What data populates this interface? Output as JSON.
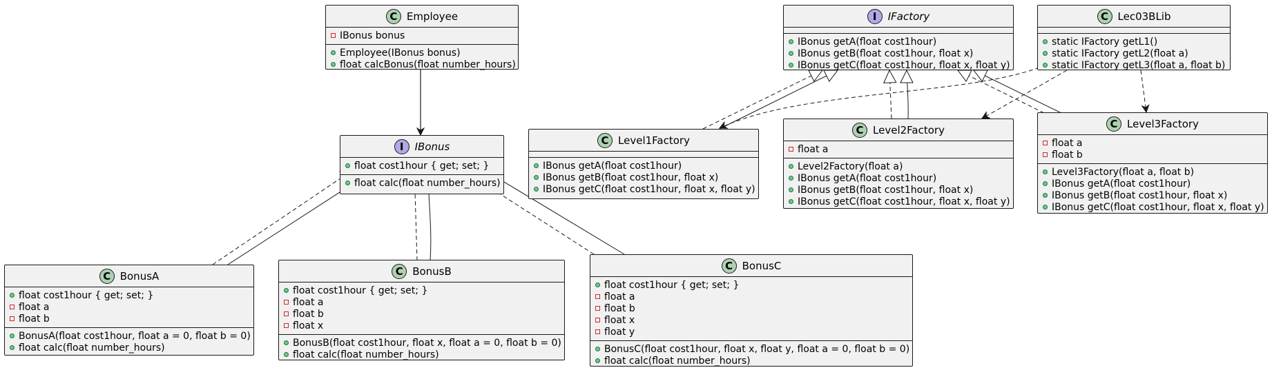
{
  "classes": {
    "employee": {
      "kind": "C",
      "name": "Employee",
      "fields": [
        {
          "vis": "private",
          "text": "IBonus bonus"
        }
      ],
      "methods": [
        {
          "vis": "public",
          "text": "Employee(IBonus bonus)"
        },
        {
          "vis": "public",
          "text": "float calcBonus(float number_hours)"
        }
      ]
    },
    "ibonus": {
      "kind": "I",
      "name": "IBonus",
      "fields": [
        {
          "vis": "public",
          "text": "float cost1hour { get; set; }"
        }
      ],
      "methods": [
        {
          "vis": "public",
          "text": "float calc(float number_hours)"
        }
      ]
    },
    "bonusA": {
      "kind": "C",
      "name": "BonusA",
      "fields": [
        {
          "vis": "public",
          "text": "float cost1hour { get; set; }"
        },
        {
          "vis": "private",
          "text": "float a"
        },
        {
          "vis": "private",
          "text": "float b"
        }
      ],
      "methods": [
        {
          "vis": "public",
          "text": "BonusA(float cost1hour, float a = 0, float b = 0)"
        },
        {
          "vis": "public",
          "text": "float calc(float number_hours)"
        }
      ]
    },
    "bonusB": {
      "kind": "C",
      "name": "BonusB",
      "fields": [
        {
          "vis": "public",
          "text": "float cost1hour { get; set; }"
        },
        {
          "vis": "private",
          "text": "float a"
        },
        {
          "vis": "private",
          "text": "float b"
        },
        {
          "vis": "private",
          "text": "float x"
        }
      ],
      "methods": [
        {
          "vis": "public",
          "text": "BonusB(float cost1hour, float x, float a = 0, float b = 0)"
        },
        {
          "vis": "public",
          "text": "float calc(float number_hours)"
        }
      ]
    },
    "bonusC": {
      "kind": "C",
      "name": "BonusC",
      "fields": [
        {
          "vis": "public",
          "text": "float cost1hour { get; set; }"
        },
        {
          "vis": "private",
          "text": "float a"
        },
        {
          "vis": "private",
          "text": "float b"
        },
        {
          "vis": "private",
          "text": "float x"
        },
        {
          "vis": "private",
          "text": "float y"
        }
      ],
      "methods": [
        {
          "vis": "public",
          "text": "BonusC(float cost1hour, float x, float y, float a = 0, float b = 0)"
        },
        {
          "vis": "public",
          "text": "float calc(float number_hours)"
        }
      ]
    },
    "ifactory": {
      "kind": "I",
      "name": "IFactory",
      "fields": [],
      "methods": [
        {
          "vis": "public",
          "text": "IBonus getA(float cost1hour)"
        },
        {
          "vis": "public",
          "text": "IBonus getB(float cost1hour, float x)"
        },
        {
          "vis": "public",
          "text": "IBonus getC(float cost1hour, float x, float y)"
        }
      ]
    },
    "lec03blib": {
      "kind": "C",
      "name": "Lec03BLib",
      "fields": [],
      "methods": [
        {
          "vis": "public",
          "text": "static IFactory getL1()"
        },
        {
          "vis": "public",
          "text": "static IFactory getL2(float a)"
        },
        {
          "vis": "public",
          "text": "static IFactory getL3(float a, float b)"
        }
      ]
    },
    "level1": {
      "kind": "C",
      "name": "Level1Factory",
      "fields": [],
      "methods": [
        {
          "vis": "public",
          "text": "IBonus getA(float cost1hour)"
        },
        {
          "vis": "public",
          "text": "IBonus getB(float cost1hour, float x)"
        },
        {
          "vis": "public",
          "text": "IBonus getC(float cost1hour, float x, float y)"
        }
      ]
    },
    "level2": {
      "kind": "C",
      "name": "Level2Factory",
      "fields": [
        {
          "vis": "private",
          "text": "float a"
        }
      ],
      "methods": [
        {
          "vis": "public",
          "text": "Level2Factory(float a)"
        },
        {
          "vis": "public",
          "text": "IBonus getA(float cost1hour)"
        },
        {
          "vis": "public",
          "text": "IBonus getB(float cost1hour, float x)"
        },
        {
          "vis": "public",
          "text": "IBonus getC(float cost1hour, float x, float y)"
        }
      ]
    },
    "level3": {
      "kind": "C",
      "name": "Level3Factory",
      "fields": [
        {
          "vis": "private",
          "text": "float a"
        },
        {
          "vis": "private",
          "text": "float b"
        }
      ],
      "methods": [
        {
          "vis": "public",
          "text": "Level3Factory(float a, float b)"
        },
        {
          "vis": "public",
          "text": "IBonus getA(float cost1hour)"
        },
        {
          "vis": "public",
          "text": "IBonus getB(float cost1hour, float x)"
        },
        {
          "vis": "public",
          "text": "IBonus getC(float cost1hour, float x, float y)"
        }
      ]
    }
  },
  "relations": [
    {
      "from": "employee",
      "to": "ibonus",
      "type": "association"
    },
    {
      "from": "bonusA",
      "to": "ibonus",
      "type": "realization"
    },
    {
      "from": "bonusA",
      "to": "ibonus",
      "type": "generalization"
    },
    {
      "from": "bonusB",
      "to": "ibonus",
      "type": "realization"
    },
    {
      "from": "bonusB",
      "to": "ibonus",
      "type": "generalization"
    },
    {
      "from": "bonusC",
      "to": "ibonus",
      "type": "realization"
    },
    {
      "from": "bonusC",
      "to": "ibonus",
      "type": "generalization"
    },
    {
      "from": "level1",
      "to": "ifactory",
      "type": "realization"
    },
    {
      "from": "level1",
      "to": "ifactory",
      "type": "generalization"
    },
    {
      "from": "level2",
      "to": "ifactory",
      "type": "realization"
    },
    {
      "from": "level2",
      "to": "ifactory",
      "type": "generalization"
    },
    {
      "from": "level3",
      "to": "ifactory",
      "type": "realization"
    },
    {
      "from": "level3",
      "to": "ifactory",
      "type": "generalization"
    },
    {
      "from": "lec03blib",
      "to": "level1",
      "type": "dependency"
    },
    {
      "from": "lec03blib",
      "to": "level2",
      "type": "dependency"
    },
    {
      "from": "lec03blib",
      "to": "level3",
      "type": "dependency"
    }
  ],
  "colors": {
    "box_fill": "#f1f1f1",
    "border": "#181818",
    "class_badge": "#add1b2",
    "interface_badge": "#b4a7e5",
    "public_fill": "#84be84",
    "private_border": "#c82930"
  }
}
